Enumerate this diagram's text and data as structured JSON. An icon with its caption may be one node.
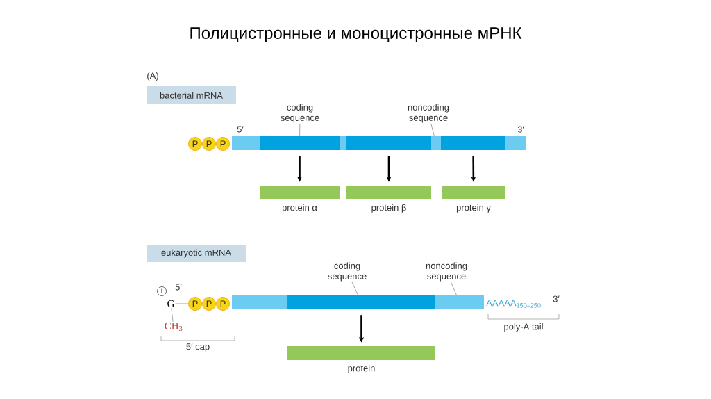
{
  "diagram": {
    "title": "Полицистронные и моноцистронные мРНК",
    "nodes": [
      {
        "text": [
          "bacterial mRNA"
        ]
      },
      {
        "text": [
          "P"
        ]
      },
      {
        "text": [
          "P"
        ]
      },
      {
        "text": [
          "P"
        ]
      },
      {
        "text": [],
        "shape": "bar"
      },
      {
        "text": [],
        "shape": "bar"
      },
      {
        "text": [],
        "shape": "bar"
      },
      {
        "text": [],
        "shape": "bar"
      },
      {
        "text": [],
        "shape": "bar"
      },
      {
        "text": [],
        "shape": "bar"
      },
      {
        "text": [],
        "shape": "bar"
      },
      {
        "text": [
          "coding sequence"
        ]
      },
      {
        "text": [
          "noncoding sequence"
        ]
      },
      {
        "text": [
          "protein α"
        ]
      },
      {
        "text": [
          "protein β"
        ]
      },
      {
        "text": [
          "protein γ"
        ]
      },
      {
        "text": [
          "eukaryotic mRNA"
        ]
      },
      {
        "text": [
          "+"
        ]
      },
      {
        "text": [
          "G"
        ]
      },
      {
        "text": [
          "CH$_{3}$"
        ]
      },
      {
        "text": [
          "P"
        ]
      },
      {
        "text": [
          "P"
        ]
      },
      {
        "text": [
          "P"
        ]
      },
      {
        "text": [],
        "shape": "bar"
      },
      {
        "text": [],
        "shape": "bar"
      },
      {
        "text": [],
        "shape": "bar"
      },
      {
        "text": [
          "coding sequence"
        ]
      },
      {
        "text": [
          "noncoding sequence"
        ]
      },
      {
        "text": [
          "AAAAA$_{150–250}$"
        ]
      },
      {
        "text": [
          "protein"
        ]
      }
    ],
    "edges": [
      {
        "from": 5,
        "to": 13,
        "arrow": "to",
        "style": "thick",
        "color": "#000000"
      },
      {
        "from": 7,
        "to": 14,
        "arrow": "to",
        "style": "thick",
        "color": "#000000"
      },
      {
        "from": 9,
        "to": 15,
        "arrow": "to",
        "style": "thick",
        "color": "#000000"
      },
      {
        "from": 11,
        "to": 5,
        "arrow": "none"
      },
      {
        "from": 12,
        "to": 8,
        "arrow": "none"
      },
      {
        "from": 18,
        "to": 20,
        "arrow": "none"
      },
      {
        "from": 18,
        "to": 19,
        "arrow": "none"
      },
      {
        "from": 24,
        "to": 29,
        "arrow": "to",
        "style": "thick",
        "color": "#000000"
      },
      {
        "from": 26,
        "to": 24,
        "arrow": "none"
      },
      {
        "from": 27,
        "to": 25,
        "arrow": "none"
      }
    ],
    "labels": [
      "(A)",
      "5′",
      "3′",
      "5′",
      "3′",
      "5′ cap",
      "poly-A tail"
    ]
  }
}
